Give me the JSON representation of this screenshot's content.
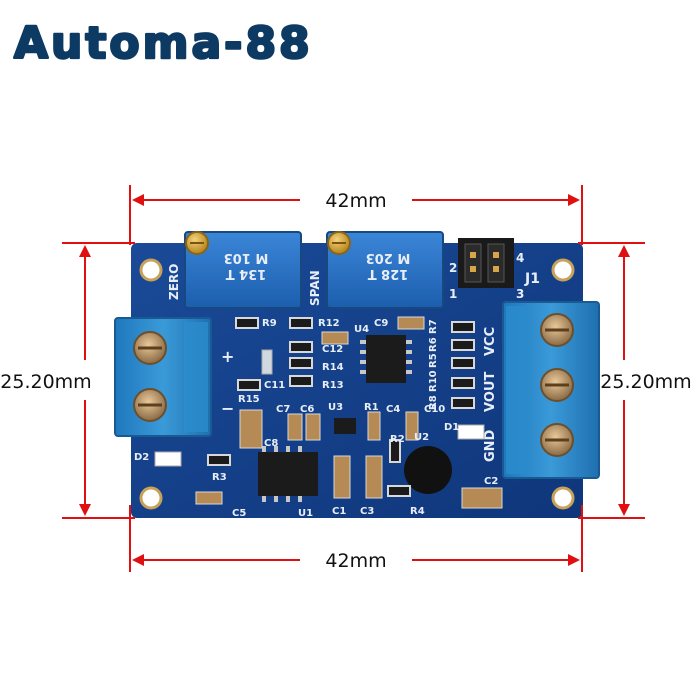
{
  "brand": {
    "text": "Automa-88",
    "color": "#0d3a63"
  },
  "dimensions": {
    "top_width": "42mm",
    "bottom_width": "42mm",
    "left_height": "25.20mm",
    "right_height": "25.20mm",
    "line_color": "#e01010"
  },
  "board": {
    "pcb_color": "#123f8a",
    "terminal_color": "#2a86c8",
    "potentiometers": [
      {
        "label": "ZERO",
        "marking_top": "M 103",
        "marking_bottom": "134 T"
      },
      {
        "label": "SPAN",
        "marking_top": "M 203",
        "marking_bottom": "128 T"
      }
    ],
    "jumper": {
      "label": "J1",
      "pins": [
        "1",
        "2",
        "3",
        "4"
      ]
    },
    "left_terminal_polarity": [
      "+",
      "−"
    ],
    "right_terminal_labels": [
      "VCC",
      "VOUT",
      "GND"
    ],
    "component_labels": [
      "R9",
      "R12",
      "C9",
      "R7",
      "U4",
      "C12",
      "R14",
      "R13",
      "R15",
      "C11",
      "R6",
      "R5",
      "R10",
      "C10",
      "R8",
      "C7",
      "C6",
      "U3",
      "R1",
      "C4",
      "D1",
      "R2",
      "U2",
      "D2",
      "C8",
      "R3",
      "U1",
      "C1",
      "C3",
      "R4",
      "C2",
      "C5"
    ]
  }
}
